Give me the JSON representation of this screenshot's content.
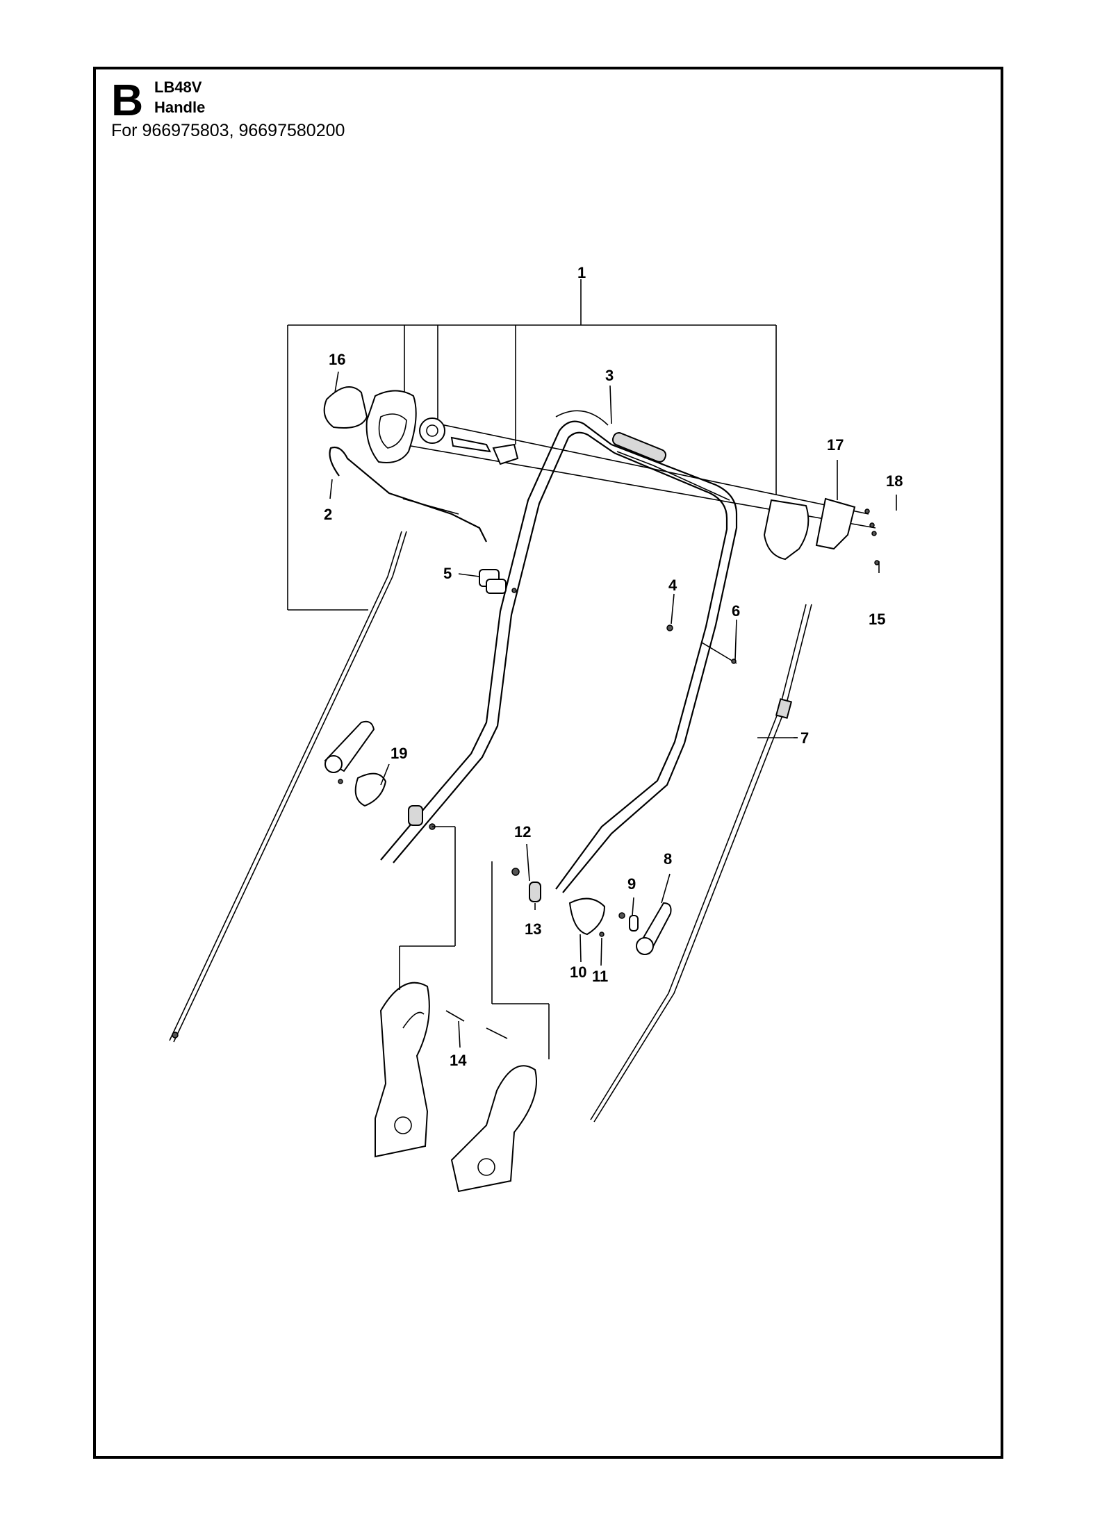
{
  "header": {
    "section": "B",
    "model": "LB48V",
    "title": "Handle",
    "applies_to": "For 966975803, 96697580200"
  },
  "callouts": [
    "1",
    "2",
    "3",
    "4",
    "5",
    "6",
    "7",
    "8",
    "9",
    "10",
    "11",
    "12",
    "13",
    "14",
    "15",
    "16",
    "17",
    "18",
    "19"
  ]
}
